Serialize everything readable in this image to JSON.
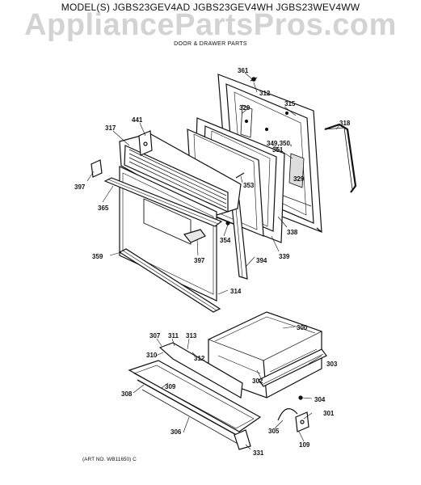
{
  "header": {
    "model_line": "MODEL(S) JGBS23GEV4AD  JGBS23GEV4WH  JGBS23WEV4WW",
    "watermark": "AppliancePartsPros.com",
    "subtitle": "DOOR & DRAWER PARTS"
  },
  "footer": {
    "art_number": "(ART NO. WB11650) C"
  },
  "callouts": {
    "p361": "361",
    "p312a": "312",
    "p320": "320",
    "p315": "315",
    "p318": "318",
    "p441": "441",
    "p317": "317",
    "p349": "349,350,",
    "p351": "351",
    "p397a": "397",
    "p353": "353",
    "p329": "329",
    "p365": "365",
    "p338": "338",
    "p354": "354",
    "p339": "339",
    "p359": "359",
    "p397b": "397",
    "p394": "394",
    "p314": "314",
    "p300": "300",
    "p307": "307",
    "p311": "311",
    "p313": "313",
    "p312b": "312",
    "p310": "310",
    "p303": "303",
    "p302": "302",
    "p309": "309",
    "p308": "308",
    "p304": "304",
    "p301": "301",
    "p305": "305",
    "p306": "306",
    "p109": "109",
    "p331": "331"
  }
}
